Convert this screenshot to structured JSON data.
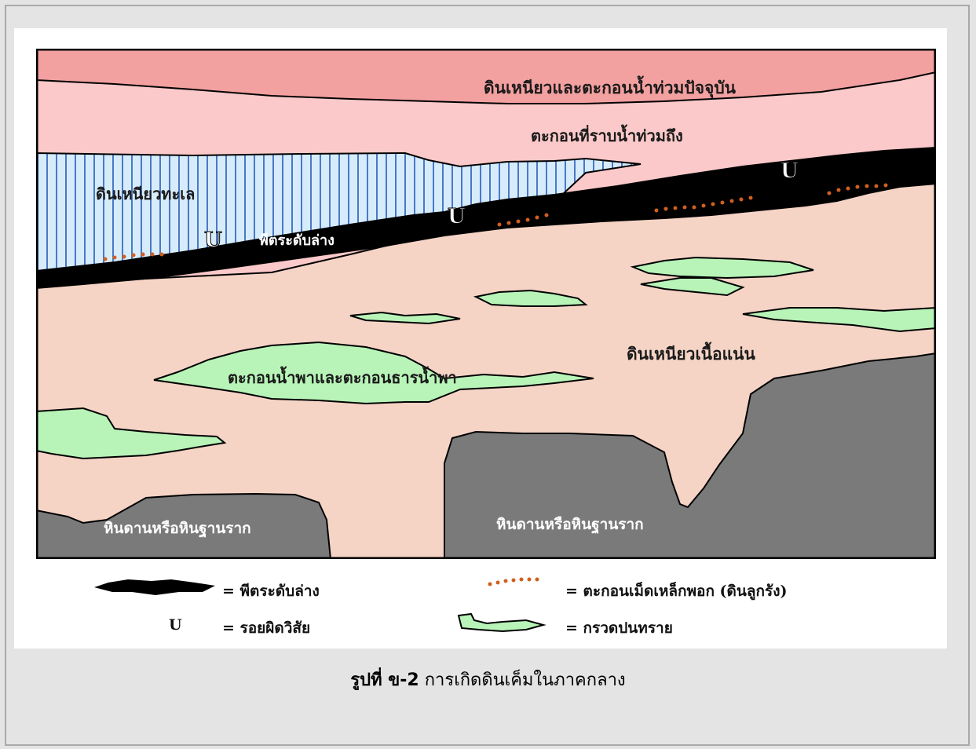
{
  "diagram": {
    "labels": {
      "recent_flood_clay": "ดินเหนียวและตะกอนน้ำท่วมปัจจุบัน",
      "floodplain_sediment": "ตะกอนที่ราบน้ำท่วมถึง",
      "marine_clay": "ดินเหนียวทะเล",
      "lower_peat": "พีตระดับล่าง",
      "dense_clay": "ดินเหนียวเนื้อแน่น",
      "river_sediment": "ตะกอนน้ำพาและตะกอนธารน้ำพา",
      "bedrock_left": "หินดานหรือหินฐานราก",
      "bedrock_right": "หินดานหรือหินฐานราก",
      "unconformity_1": "U",
      "unconformity_2": "U",
      "unconformity_3": "U"
    },
    "colors": {
      "recent_flood_clay": "#f3a0a0",
      "floodplain": "#fbc9c9",
      "marine_clay": "#d7ecfb",
      "marine_stripes": "#4a78c8",
      "peat": "#000000",
      "dense_clay": "#f5d4c6",
      "gravel_sand": "#b8f4b8",
      "bedrock": "#7a7a7a",
      "iron_concretions": "#d0601e"
    }
  },
  "legend": {
    "peat": "= พีตระดับล่าง",
    "unconformity_symbol": "U",
    "unconformity": "= รอยผิดวิสัย",
    "iron_concretions": "= ตะกอนเม็ดเหล็กพอก (ดินลูกรัง)",
    "gravel_sand": "= กรวดปนทราย"
  },
  "caption": {
    "number": "รูปที่ ข-2",
    "text": " การเกิดดินเค็มในภาคกลาง"
  }
}
